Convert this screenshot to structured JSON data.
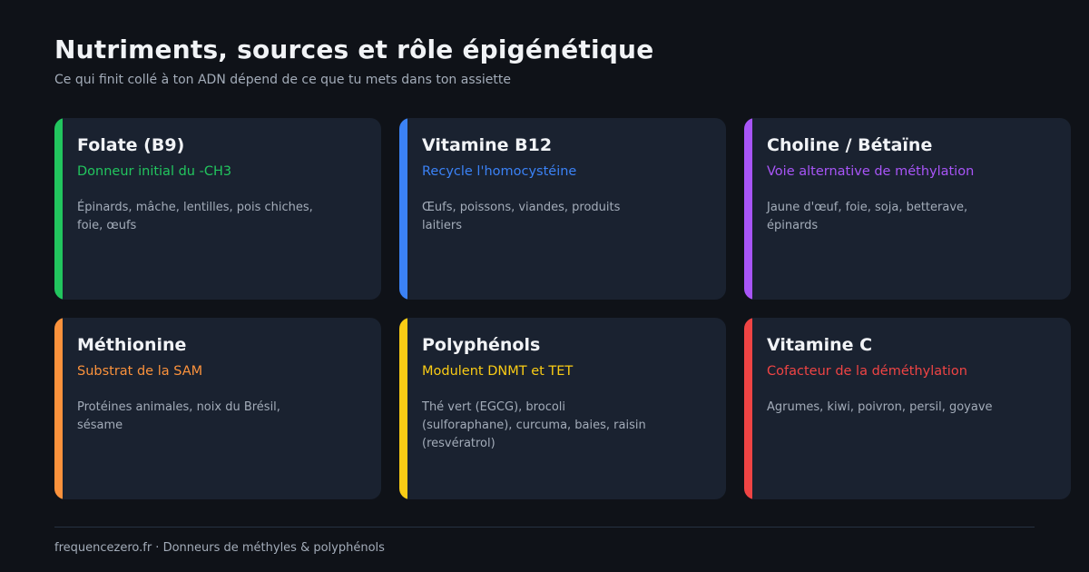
{
  "header": {
    "title": "Nutriments, sources et rôle épigénétique",
    "subtitle": "Ce qui finit collé à ton ADN dépend de ce que tu mets dans ton assiette"
  },
  "cards": [
    {
      "name": "Folate (B9)",
      "role": "Donneur initial du -CH3",
      "sources": "Épinards, mâche, lentilles, pois chiches, foie, œufs",
      "color": "#22c55e"
    },
    {
      "name": "Vitamine B12",
      "role": "Recycle l'homocystéine",
      "sources": "Œufs, poissons, viandes, produits laitiers",
      "color": "#3b82f6"
    },
    {
      "name": "Choline / Bétaïne",
      "role": "Voie alternative de méthylation",
      "sources": "Jaune d'œuf, foie, soja, betterave, épinards",
      "color": "#a855f7"
    },
    {
      "name": "Méthionine",
      "role": "Substrat de la SAM",
      "sources": "Protéines animales, noix du Brésil, sésame",
      "color": "#fb923c"
    },
    {
      "name": "Polyphénols",
      "role": "Modulent DNMT et TET",
      "sources": "Thé vert (EGCG), brocoli (sulforaphane), curcuma, baies, raisin (resvératrol)",
      "color": "#facc15"
    },
    {
      "name": "Vitamine C",
      "role": "Cofacteur de la déméthylation",
      "sources": "Agrumes, kiwi, poivron, persil, goyave",
      "color": "#ef4444"
    }
  ],
  "footer": {
    "text": "frequencezero.fr · Donneurs de méthyles & polyphénols"
  }
}
